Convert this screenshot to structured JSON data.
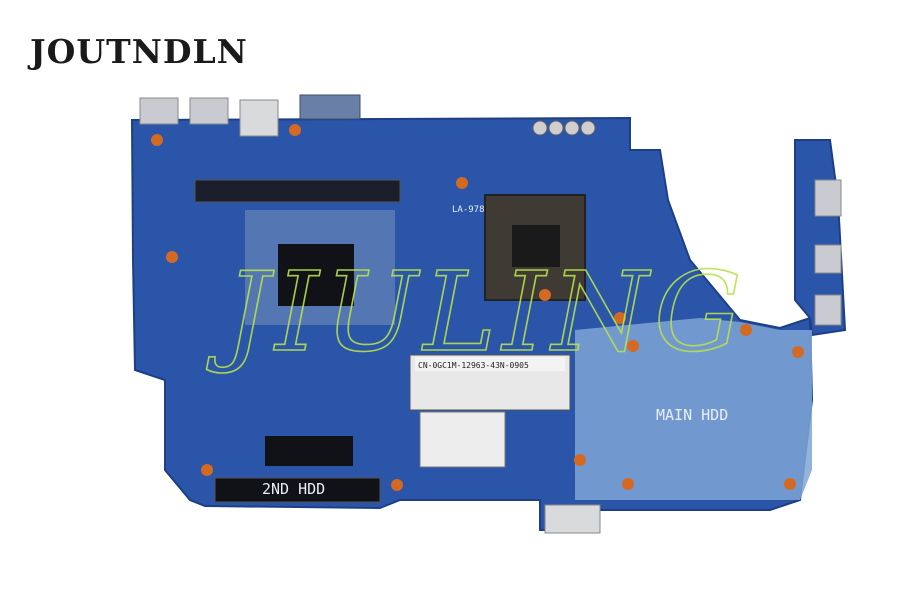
{
  "brand": {
    "name": "JOUTNDLN"
  },
  "board": {
    "hdd_main_label": "MAIN HDD",
    "hdd_second_label": "2ND HDD",
    "chip_label": "LA-978",
    "part_sticker": "CN-0GC1M-12963-43N-0905"
  },
  "watermark": {
    "text": "JIULING"
  },
  "colors": {
    "pcb": "#2a55a8",
    "pcb_dark": "#1d3f86",
    "pcb_light": "#7fa6d6",
    "screw_pad": "#d46a22",
    "watermark": "#b7e24a"
  }
}
